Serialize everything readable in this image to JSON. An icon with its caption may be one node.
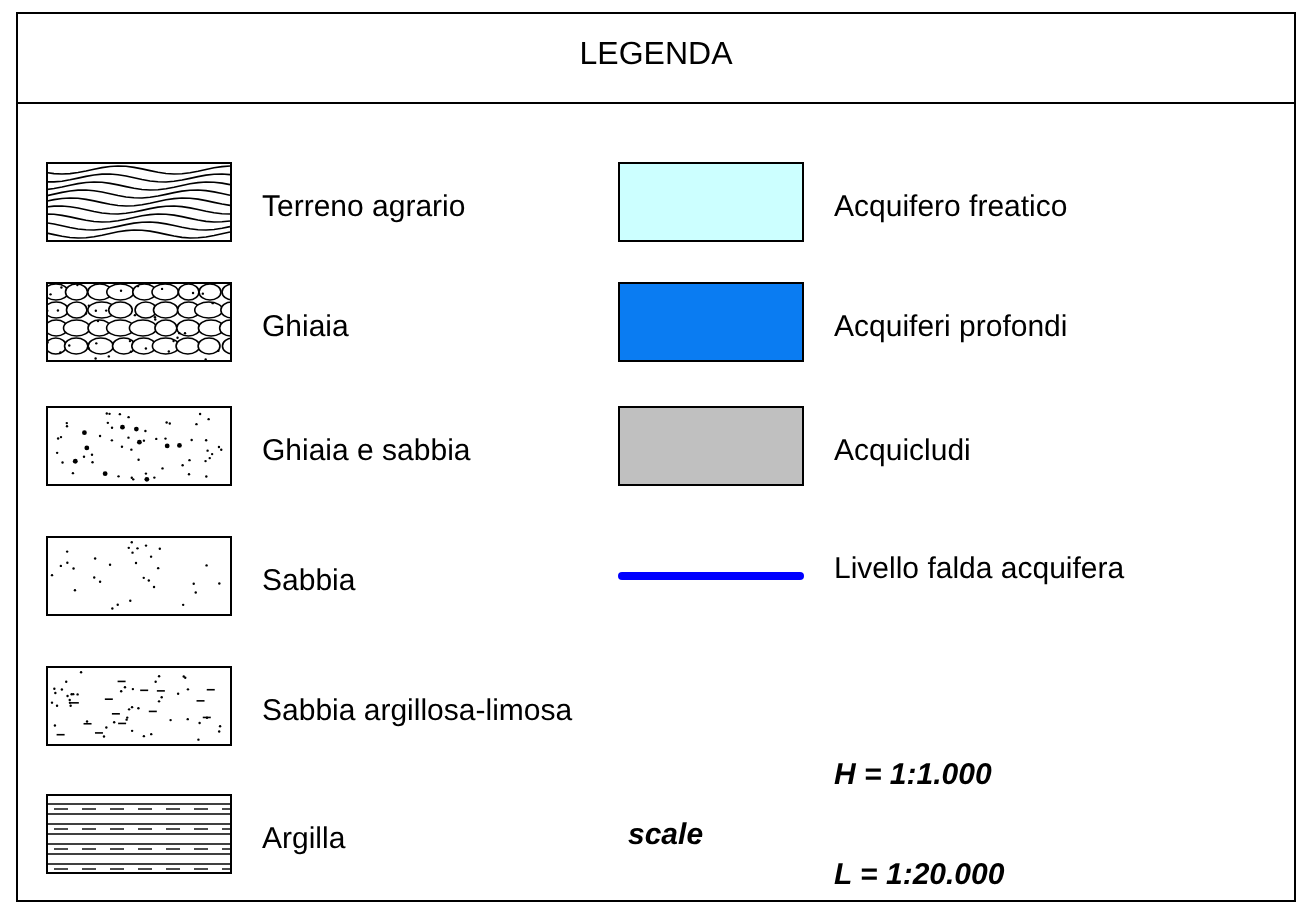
{
  "diagram": {
    "title": "LEGENDA",
    "legend": [
      {
        "text": "Terreno agrario"
      },
      {
        "text": "Ghiaia"
      },
      {
        "text": "Ghiaia e sabbia"
      },
      {
        "text": "Sabbia"
      },
      {
        "text": "Sabbia argillosa-limosa"
      },
      {
        "text": "Argilla"
      },
      {
        "text": "Acquifero freatico",
        "color": "#ccffff"
      },
      {
        "text": "Acquiferi profondi",
        "color": "#0a7cf2"
      },
      {
        "text": "Acquicludi",
        "color": "#c0c0c0"
      },
      {
        "text": "Livello falda acquifera"
      }
    ],
    "labels": [
      "scale",
      "H = 1:1.000",
      "L = 1:20.000"
    ]
  }
}
